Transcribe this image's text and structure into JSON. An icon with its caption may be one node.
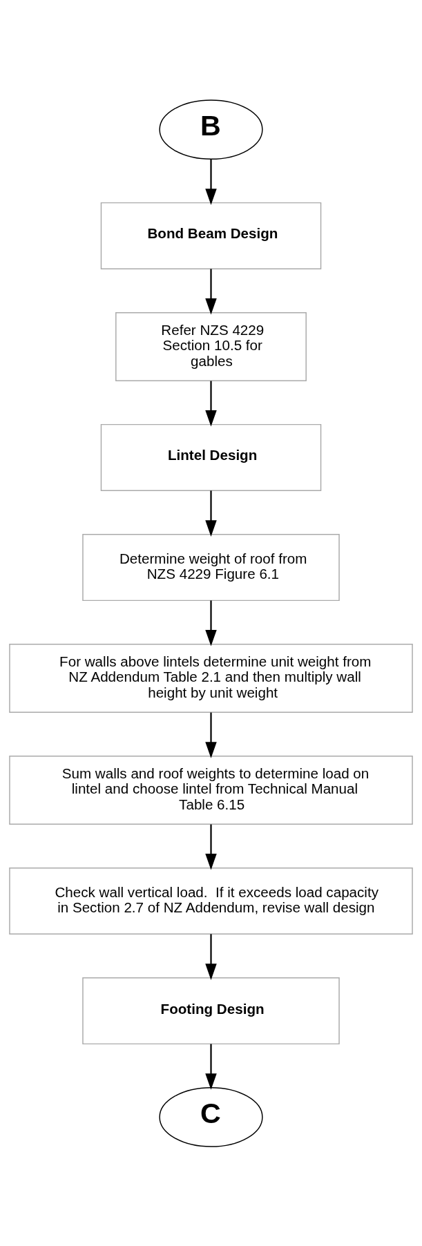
{
  "diagram": {
    "nodes": [
      {
        "text": [
          "B"
        ]
      },
      {
        "text": [
          "Bond Beam Design"
        ]
      },
      {
        "text": [
          "Refer NZS 4229 Section 10.5 for gables"
        ]
      },
      {
        "text": [
          "Lintel Design"
        ]
      },
      {
        "text": [
          "Determine weight of roof from NZS 4229 Figure 6.1"
        ]
      },
      {
        "text": [
          "For walls above lintels determine unit weight from NZ Addendum Table 2.1 and then multiply wall height by unit weight"
        ]
      },
      {
        "text": [
          "Sum walls and roof weights to determine load on lintel and choose lintel from Technical Manual Table 6.15"
        ]
      },
      {
        "text": [
          "Check wall vertical load.  If it exceeds load capacity in Section 2.7 of NZ Addendum, revise wall design"
        ]
      },
      {
        "text": [
          "Footing Design"
        ]
      },
      {
        "text": [
          "C"
        ]
      }
    ],
    "edges": [
      {
        "from": 0,
        "to": 1,
        "arrow": "to"
      },
      {
        "from": 1,
        "to": 2,
        "arrow": "to"
      },
      {
        "from": 2,
        "to": 3,
        "arrow": "to"
      },
      {
        "from": 3,
        "to": 4,
        "arrow": "to"
      },
      {
        "from": 4,
        "to": 5,
        "arrow": "to"
      },
      {
        "from": 5,
        "to": 6,
        "arrow": "to"
      },
      {
        "from": 6,
        "to": 7,
        "arrow": "to"
      },
      {
        "from": 7,
        "to": 8,
        "arrow": "to"
      },
      {
        "from": 8,
        "to": 9,
        "arrow": "to"
      }
    ]
  }
}
